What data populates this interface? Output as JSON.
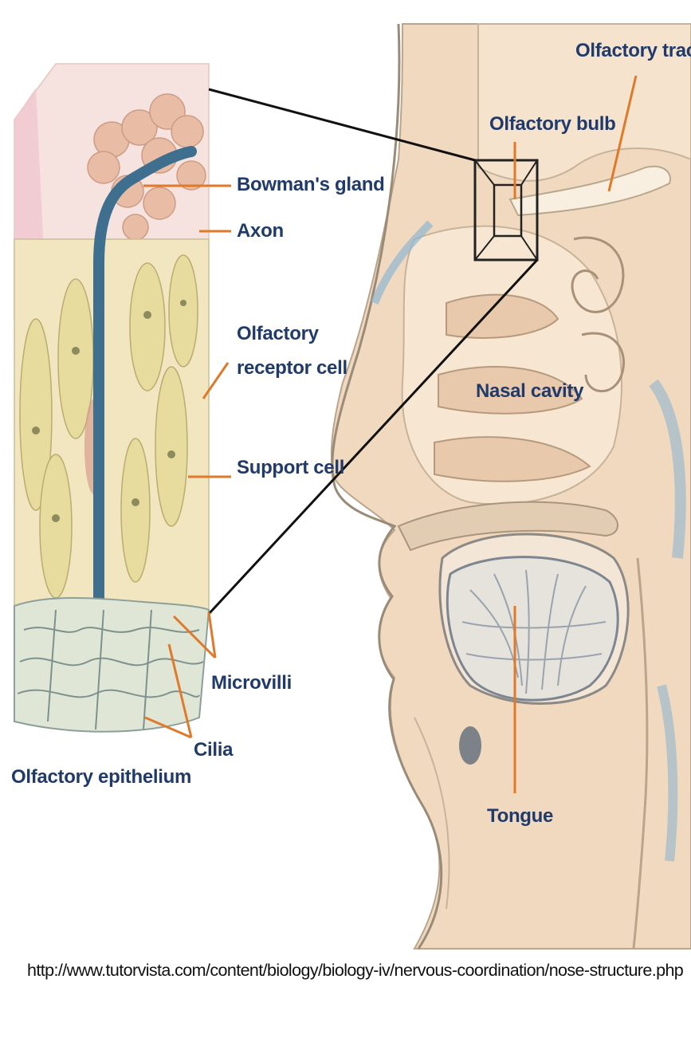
{
  "labels": {
    "olfactory_tract": "Olfactory tract",
    "olfactory_bulb": "Olfactory bulb",
    "bowmans_gland": "Bowman's gland",
    "axon": "Axon",
    "olfactory_receptor_cell_line1": "Olfactory",
    "olfactory_receptor_cell_line2": "receptor cell",
    "nasal_cavity": "Nasal cavity",
    "support_cell": "Support cell",
    "microvilli": "Microvilli",
    "cilia": "Cilia",
    "olfactory_epithelium": "Olfactory epithelium",
    "tongue": "Tongue"
  },
  "source_url": "http://www.tutorvista.com/content/biology/biology-iv/nervous-coordination/nose-structure.php",
  "colors": {
    "label_text": "#1f3a6b",
    "leader_line": "#e07a2a",
    "zoom_line": "#111111",
    "skin": "#f3dcc3",
    "epithelium": "#efe3b8",
    "gland": "#3f6f8f"
  }
}
